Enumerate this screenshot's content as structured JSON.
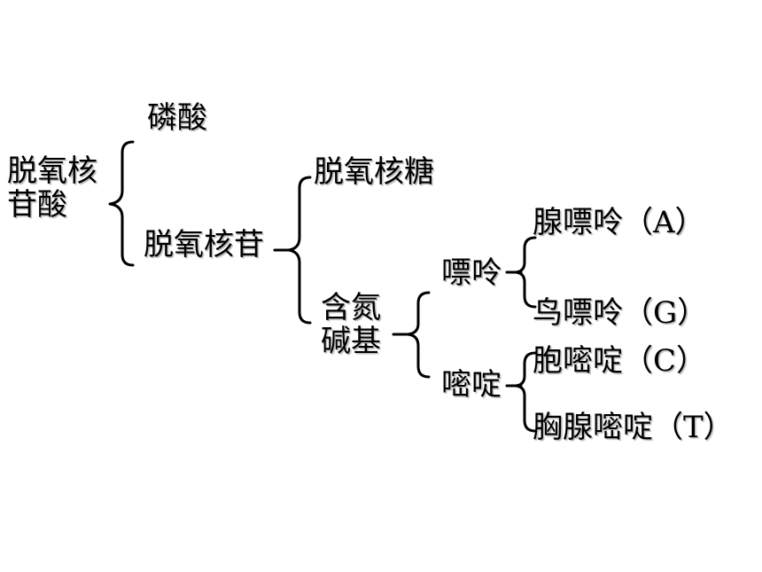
{
  "root": {
    "line1": "脱氧核",
    "line2": "苷酸"
  },
  "level1": {
    "phosphate": "磷酸",
    "nucleoside": "脱氧核苷"
  },
  "level2": {
    "sugar": "脱氧核糖",
    "base_line1": "含氮",
    "base_line2": "碱基"
  },
  "level3": {
    "purine": "嘌呤",
    "pyrimidine": "嘧啶"
  },
  "level4": {
    "adenine": "腺嘌呤（A）",
    "guanine": "鸟嘌呤（G）",
    "cytosine": "胞嘧啶（C）",
    "thymine": "胸腺嘧啶（T）"
  }
}
